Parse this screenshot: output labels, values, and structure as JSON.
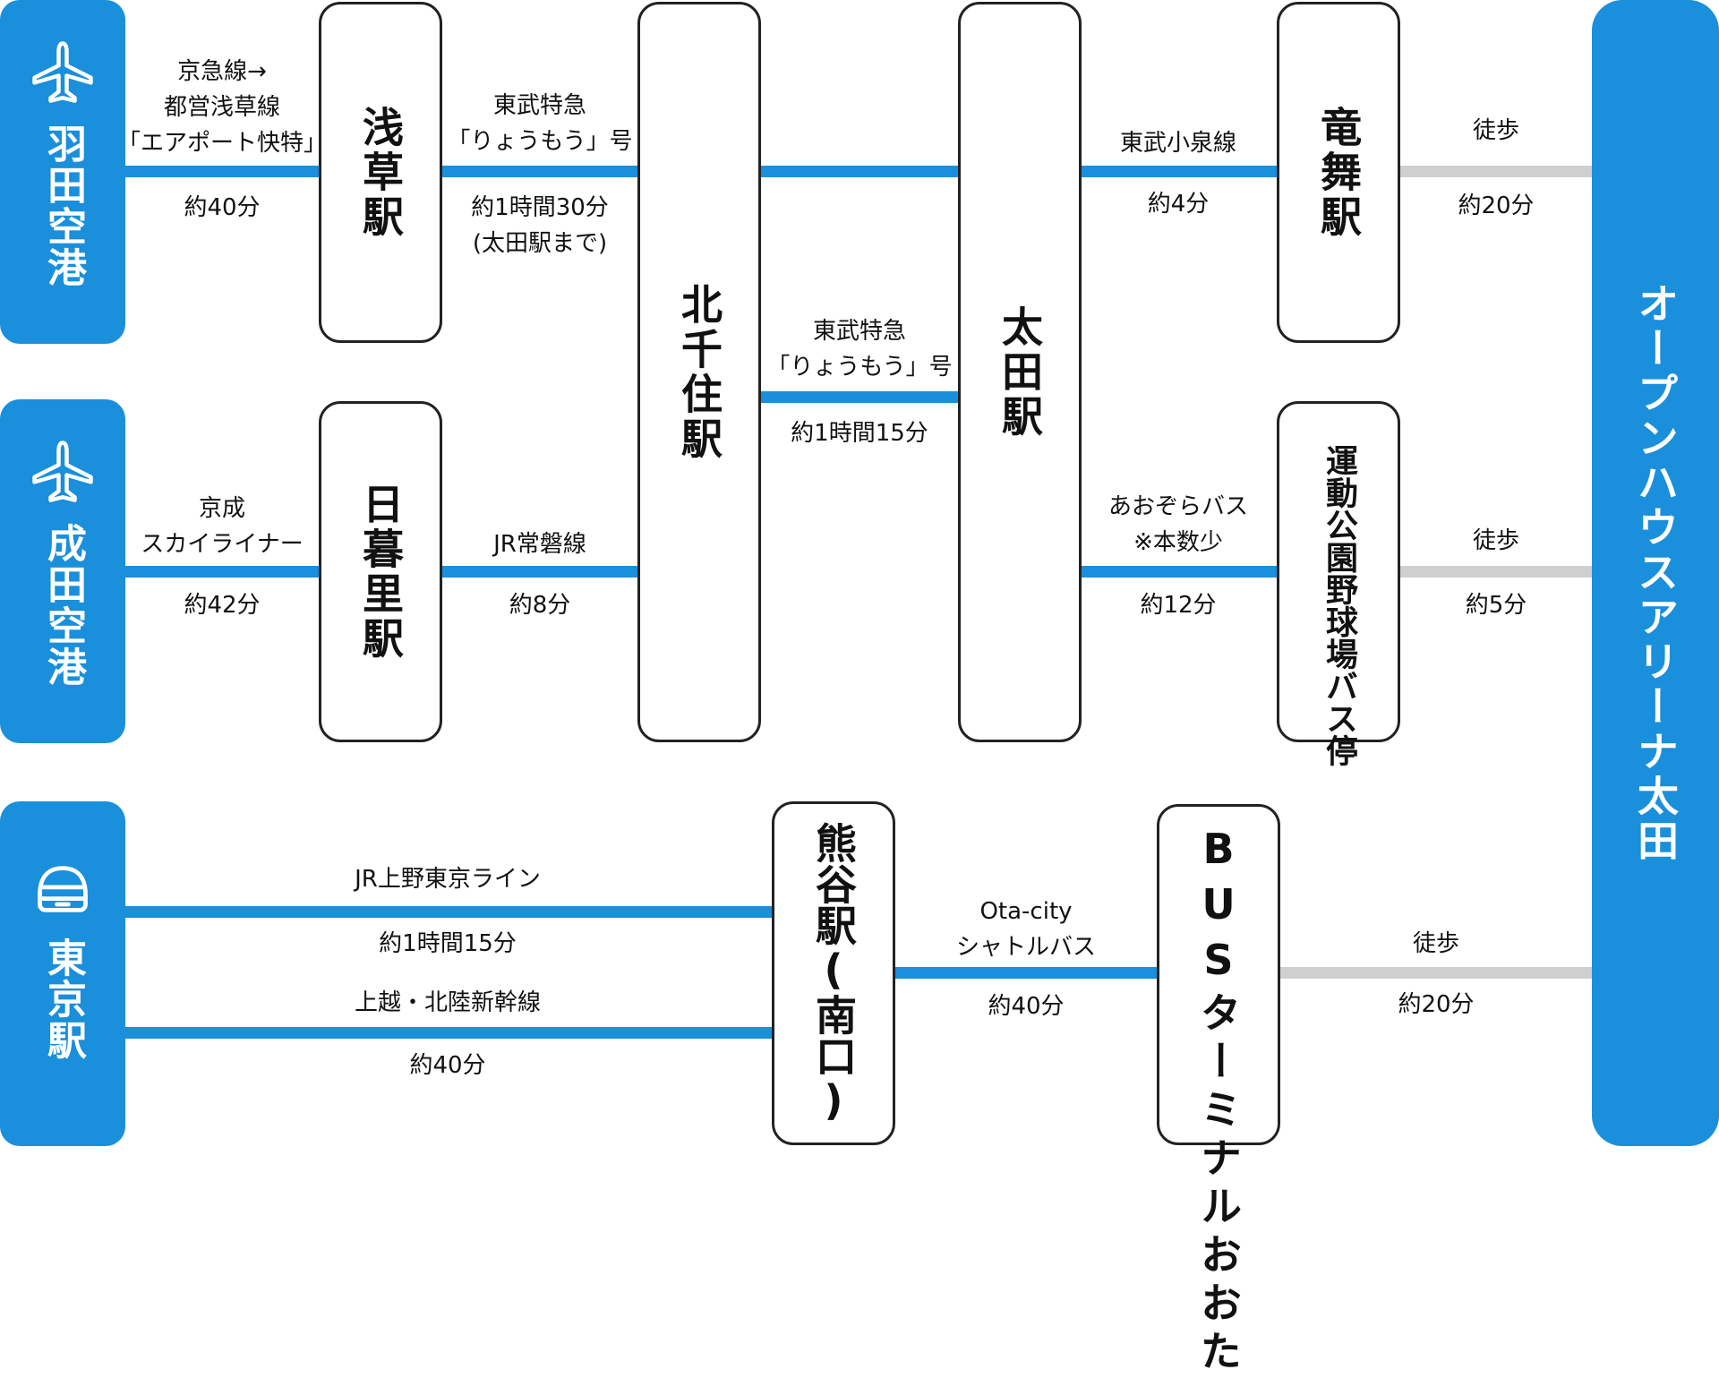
{
  "origins": {
    "haneda": "羽田空港",
    "narita": "成田空港",
    "tokyo": "東京駅"
  },
  "stations": {
    "asakusa": "浅草駅",
    "nippori": "日暮里駅",
    "kitasenju": "北千住駅",
    "ota": "太田駅",
    "ryumai": "竜舞駅",
    "kumagaya": "熊谷駅(南口)",
    "bus_terminal": "BUSターミナルおおた",
    "undo_koen": "運動公園野球場バス停"
  },
  "destination": "オープンハウスアリーナ太田",
  "routes": {
    "haneda_asakusa": {
      "line": "京急線→\n都営浅草線\n「エアポート快特」",
      "time": "約40分"
    },
    "asakusa_ota": {
      "line": "東武特急\n「りょうもう」号",
      "time": "約1時間30分\n(太田駅まで)"
    },
    "ota_ryumai": {
      "line": "東武小泉線",
      "time": "約4分"
    },
    "ryumai_arena": {
      "line": "徒歩",
      "time": "約20分"
    },
    "kitasenju_ota": {
      "line": "東武特急\n「りょうもう」号",
      "time": "約1時間15分"
    },
    "narita_nippori": {
      "line": "京成\nスカイライナー",
      "time": "約42分"
    },
    "nippori_kitasenju": {
      "line": "JR常磐線",
      "time": "約8分"
    },
    "ota_undo": {
      "line": "あおぞらバス\n※本数少",
      "time": "約12分"
    },
    "undo_arena": {
      "line": "徒歩",
      "time": "約5分"
    },
    "tokyo_kumagaya_1": {
      "line": "JR上野東京ライン",
      "time": "約1時間15分"
    },
    "tokyo_kumagaya_2": {
      "line": "上越・北陸新幹線",
      "time": "約40分"
    },
    "kumagaya_bus": {
      "line": "Ota-city\nシャトルバス",
      "time": "約40分"
    },
    "bus_arena": {
      "line": "徒歩",
      "time": "約20分"
    }
  },
  "colors": {
    "accent": "#1a8fdb",
    "walk": "#cfcfcf",
    "border": "#222222"
  },
  "icons": [
    "plane-icon",
    "plane-icon",
    "train-icon"
  ]
}
